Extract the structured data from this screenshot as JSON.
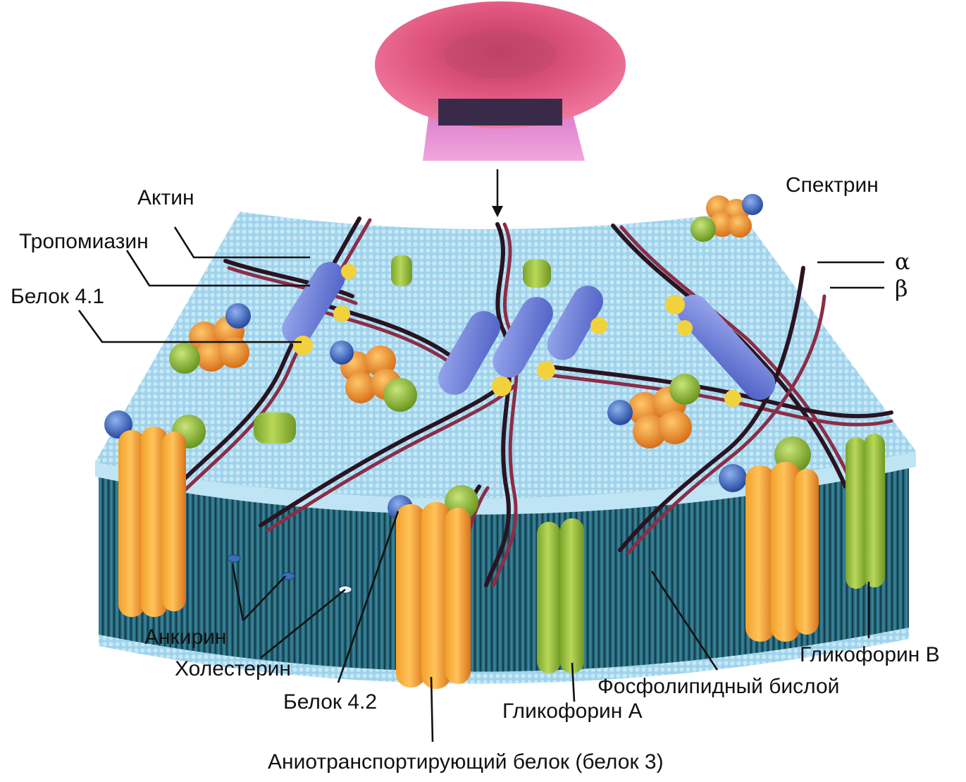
{
  "labels": {
    "actin": "Актин",
    "tropomyosin": "Тропомиазин",
    "protein41": "Белок 4.1",
    "spectrin": "Спектрин",
    "alpha": "α",
    "beta": "β",
    "ankyrin": "Анкирин",
    "cholesterol": "Холестерин",
    "protein42": "Белок 4.2",
    "band3": "Аниотранспортирующий белок (белок 3)",
    "glycophorinA": "Гликофорин А",
    "phospholipid": "Фосфолипидный бислой",
    "glycophorinB": "Гликофорин В"
  },
  "colors": {
    "cell": "#e0557e",
    "membrane_top": "#a9d9ef",
    "bilayer_tails": "#1f5f73",
    "spectrin_alpha": "#2a1420",
    "spectrin_beta": "#8c2d46",
    "actin": "#6f7fd6",
    "protein41": "#f2d23c",
    "ankyrin_band3": "#f29a1f",
    "glycophorin": "#9cc23a",
    "protein42": "#2f5fb3",
    "complex_orange": "#f08a24"
  }
}
